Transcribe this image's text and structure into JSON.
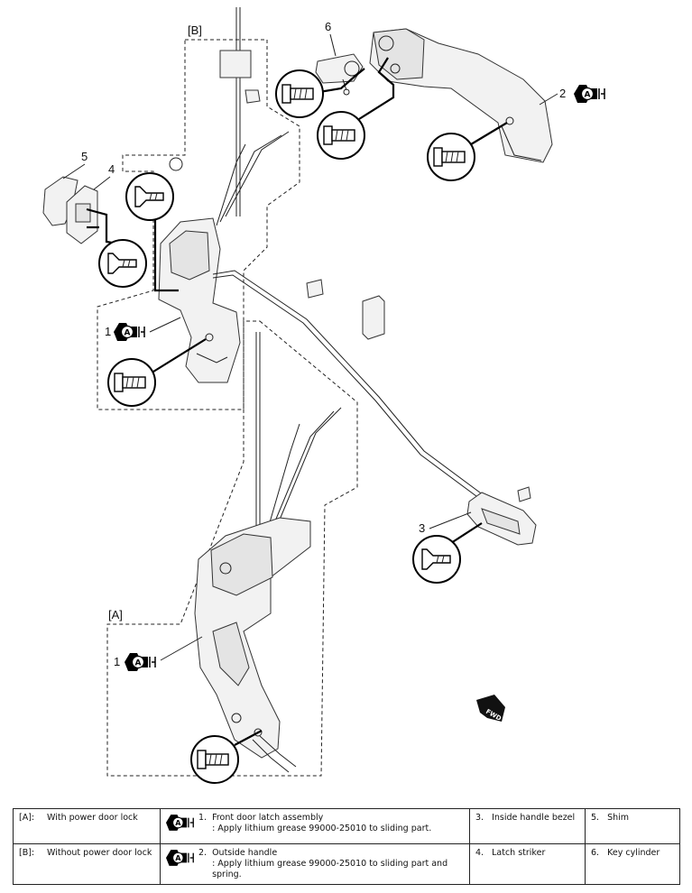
{
  "diagram": {
    "callouts": {
      "n1a": "1",
      "n1b": "1",
      "n2": "2",
      "n3": "3",
      "n4": "4",
      "n5": "5",
      "n6": "6",
      "groupA": "[A]",
      "groupB": "[B]"
    },
    "fwd_badge": "FWD",
    "grease_icon": "grease-A-icon",
    "bolt_icon": "bolt-icon"
  },
  "legend": {
    "rows": [
      {
        "code": "[A]:",
        "desc": "With power door lock",
        "item_no": "1.",
        "item_name": "Front door latch assembly",
        "item_note": ": Apply lithium grease 99000-25010 to sliding part.",
        "c3_no": "3.",
        "c3_name": "Inside handle bezel",
        "c4_no": "5.",
        "c4_name": "Shim"
      },
      {
        "code": "[B]:",
        "desc": "Without power door lock",
        "item_no": "2.",
        "item_name": "Outside handle",
        "item_note": ": Apply lithium grease 99000-25010 to sliding part and spring.",
        "c3_no": "4.",
        "c3_name": "Latch striker",
        "c4_no": "6.",
        "c4_name": "Key cylinder"
      }
    ]
  }
}
